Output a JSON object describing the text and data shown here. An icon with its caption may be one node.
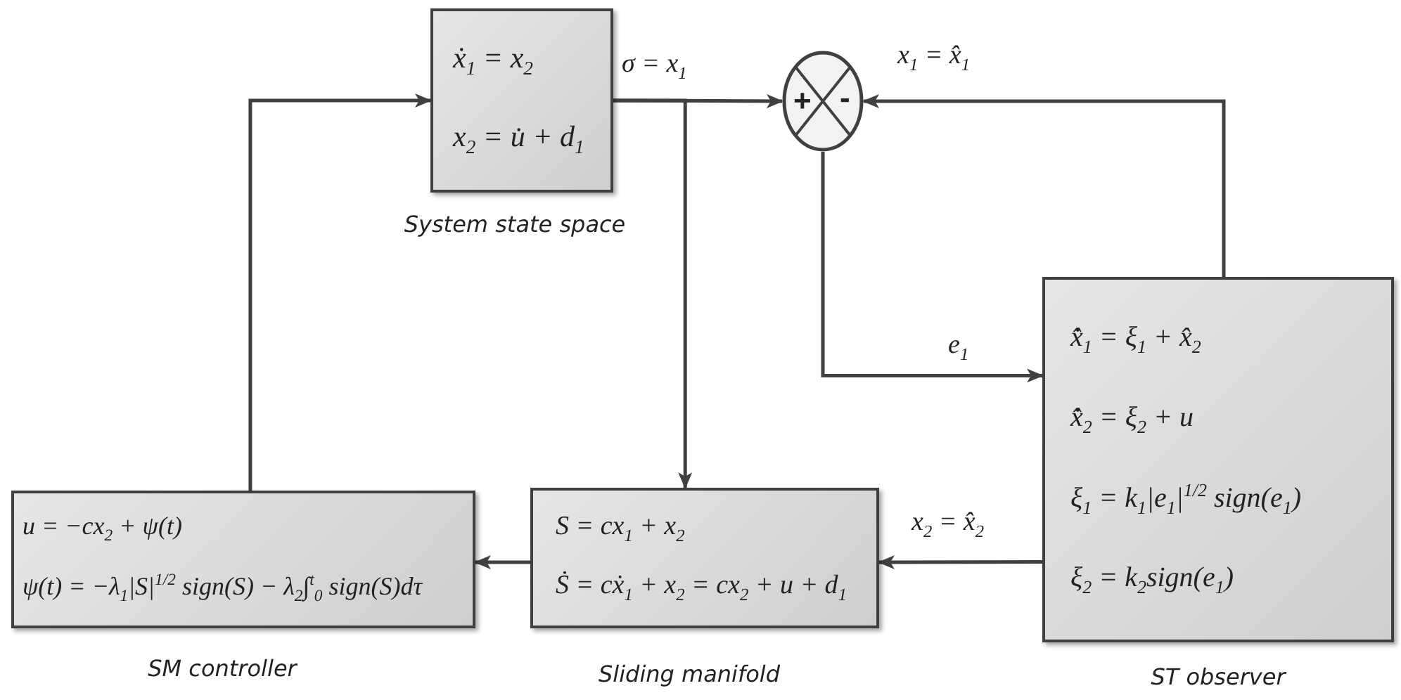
{
  "diagram": {
    "nodes": [
      {
        "text": [
          "ẋ$_{1}$ = x$_{2}$",
          "x$_{2}$ = u̇ + d$_{1}$"
        ],
        "beside": [
          "System state space"
        ]
      },
      {
        "text": [
          "+",
          "-"
        ]
      },
      {
        "text": [
          "x̂̇$_{1}$ = ξ$_{1}$ + x̂$_{2}$",
          "x̂̇$_{2}$ = ξ$_{2}$ + u",
          "ξ$_{1}$ = k$_{1}$|e$_{1}$|$^{1/2}$ sign(e$_{1}$)",
          "ξ$_{2}$ = k$_{2}$sign(e$_{1}$)"
        ],
        "beside": [
          "ST observer"
        ]
      },
      {
        "text": [
          "S = cx$_{1}$ + x$_{2}$",
          "Ṡ = cẋ$_{1}$ + x$_{2}$ = cx$_{2}$ + u + d$_{1}$"
        ],
        "beside": [
          "Sliding manifold"
        ]
      },
      {
        "text": [
          "u = −cx$_{2}$ + ψ(t)",
          "ψ(t) = −λ$_{1}$|S|$^{1/2}$ sign(S) − λ$_{2}$∫$^{t}$$_{0}$ sign(S)dτ"
        ],
        "beside": [
          "SM controller"
        ]
      }
    ],
    "edges": [
      {
        "from": 0,
        "to": 1,
        "arrow": "to",
        "label": "σ = x$_{1}$"
      },
      {
        "from": 0,
        "to": 3,
        "arrow": "to"
      },
      {
        "from": 2,
        "to": 1,
        "arrow": "to",
        "label": "x$_{1}$ = x̂$_{1}$"
      },
      {
        "from": 1,
        "to": 2,
        "arrow": "to",
        "label": "e$_{1}$"
      },
      {
        "from": 2,
        "to": 3,
        "arrow": "to",
        "label": "x$_{2}$ = x̂$_{2}$"
      },
      {
        "from": 3,
        "to": 4,
        "arrow": "to"
      },
      {
        "from": 4,
        "to": 0,
        "arrow": "to"
      }
    ]
  }
}
